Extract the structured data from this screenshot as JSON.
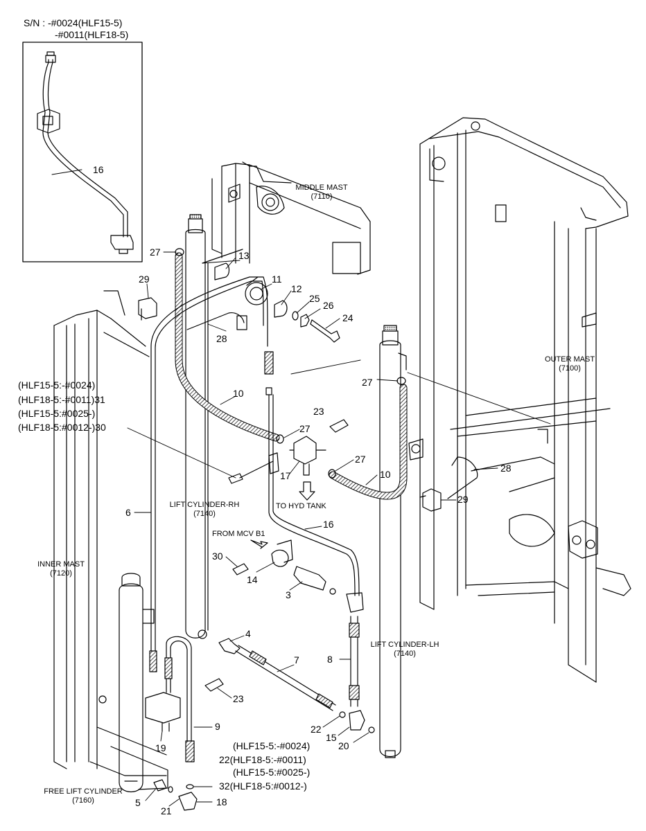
{
  "serial_header": {
    "line1": "S/N : -#0024(HLF15-5)",
    "line2": "-#0011(HLF18-5)"
  },
  "components": {
    "middle_mast": {
      "name": "MIDDLE MAST",
      "code": "(7110)"
    },
    "outer_mast": {
      "name": "OUTER MAST",
      "code": "(7100)"
    },
    "inner_mast": {
      "name": "INNER MAST",
      "code": "(7120)"
    },
    "lift_cylinder_rh": {
      "name": "LIFT CYLINDER-RH",
      "code": "(7140)"
    },
    "lift_cylinder_lh": {
      "name": "LIFT CYLINDER-LH",
      "code": "(7140)"
    },
    "free_lift_cylinder": {
      "name": "FREE LIFT CYLINDER",
      "code": "(7160)"
    }
  },
  "flow_notes": {
    "to_hyd_tank": "TO HYD TANK",
    "from_mcv": "FROM MCV B1"
  },
  "serial_notes_upper": [
    "(HLF15-5:-#0024)",
    "(HLF18-5:-#0011)31",
    "(HLF15-5:#0025-)",
    "(HLF18-5:#0012-)30"
  ],
  "serial_notes_lower": [
    "(HLF15-5:-#0024)",
    "22(HLF18-5:-#0011)",
    "(HLF15-5:#0025-)",
    "32(HLF18-5:#0012-)"
  ],
  "part_numbers": {
    "inset_16": "16",
    "p27a": "27",
    "p13": "13",
    "p29a": "29",
    "p11": "11",
    "p12": "12",
    "p25": "25",
    "p26": "26",
    "p24": "24",
    "p28a": "28",
    "p10a": "10",
    "p27b": "27",
    "p23a": "23",
    "p27c": "27",
    "p27d": "27",
    "p10b": "10",
    "p17": "17",
    "p28b": "28",
    "p29b": "29",
    "p6": "6",
    "p16": "16",
    "p30": "30",
    "p14": "14",
    "p3": "3",
    "p4": "4",
    "p7": "7",
    "p8": "8",
    "p23b": "23",
    "p9": "9",
    "p22": "22",
    "p15": "15",
    "p20": "20",
    "p19": "19",
    "p5": "5",
    "p21": "21",
    "p18": "18"
  }
}
